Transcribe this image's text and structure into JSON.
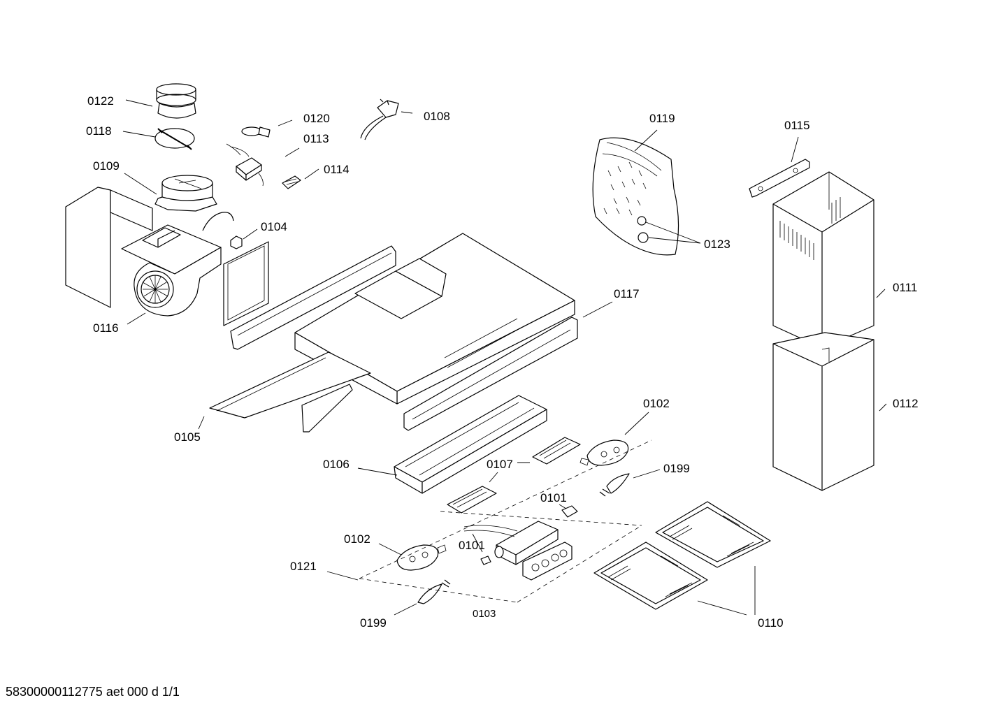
{
  "labels": {
    "p0122": "0122",
    "p0118": "0118",
    "p0109": "0109",
    "p0116": "0116",
    "p0120": "0120",
    "p0113": "0113",
    "p0114": "0114",
    "p0108": "0108",
    "p0104": "0104",
    "p0119": "0119",
    "p0123": "0123",
    "p0115": "0115",
    "p0111": "0111",
    "p0112": "0112",
    "p0117": "0117",
    "p0105": "0105",
    "p0106": "0106",
    "p0107": "0107",
    "p0102a": "0102",
    "p0102b": "0102",
    "p0199a": "0199",
    "p0199b": "0199",
    "p0101a": "0101",
    "p0101b": "0101",
    "p0121": "0121",
    "p0103": "0103",
    "p0110": "0110"
  },
  "footer": "58300000112775 aet 000 d 1/1"
}
